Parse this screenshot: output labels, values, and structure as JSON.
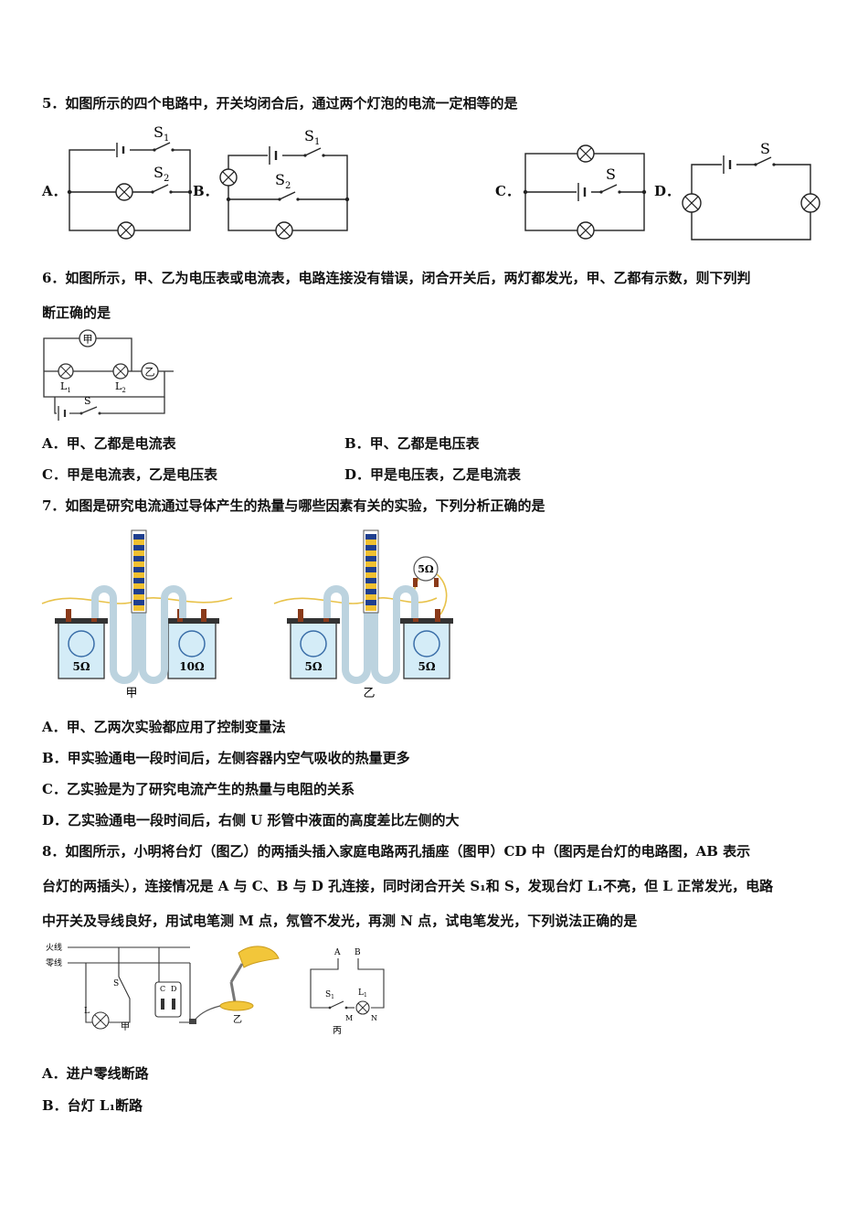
{
  "q5": {
    "stem": "5．如图所示的四个电路中，开关均闭合后，通过两个灯泡的电流一定相等的是",
    "labels": [
      "A．",
      "B．",
      "C．",
      "D．"
    ],
    "switch_s": "S",
    "sub_1": "1",
    "sub_2": "2"
  },
  "q6": {
    "stem_line1": "6．如图所示，甲、乙为电压表或电流表，电路连接没有错误，闭合开关后，两灯都发光，甲、乙都有示数，则下列判",
    "stem_line2": "断正确的是",
    "meter_jia": "甲",
    "meter_yi": "乙",
    "lamp_l": "L",
    "sub_1": "1",
    "sub_2": "2",
    "switch_s": "S",
    "options": [
      "A．甲、乙都是电流表",
      "B．甲、乙都是电压表",
      "C．甲是电流表，乙是电压表",
      "D．甲是电压表，乙是电流表"
    ]
  },
  "q7": {
    "stem": "7．如图是研究电流通过导体产生的热量与哪些因素有关的实验，下列分析正确的是",
    "fig_jia": {
      "left": "5Ω",
      "right": "10Ω",
      "caption": "甲"
    },
    "fig_yi": {
      "left": "5Ω",
      "right": "5Ω",
      "extra": "5Ω",
      "caption": "乙"
    },
    "options": [
      "A．甲、乙两次实验都应用了控制变量法",
      "B．甲实验通电一段时间后，左侧容器内空气吸收的热量更多",
      "C．乙实验是为了研究电流产生的热量与电阻的关系",
      "D．乙实验通电一段时间后，右侧 U 形管中液面的高度差比左侧的大"
    ]
  },
  "q8": {
    "stem_line1": "8．如图所示，小明将台灯（图乙）的两插头插入家庭电路两孔插座（图甲）CD 中（图丙是台灯的电路图，AB 表示",
    "stem_line2": "台灯的两插头），连接情况是 A 与 C、B 与 D 孔连接，同时闭合开关 S₁和 S，发现台灯 L₁不亮，但 L 正常发光，电路",
    "stem_line3": "中开关及导线良好，用试电笔测 M 点，氖管不发光，再测 N 点，试电笔发光，下列说法正确的是",
    "fig_jia": {
      "live": "火线",
      "neutral": "零线",
      "s": "S",
      "l": "L",
      "c": "C",
      "d": "D",
      "caption": "甲"
    },
    "fig_yi": {
      "caption": "乙"
    },
    "fig_bing": {
      "a": "A",
      "b": "B",
      "s": "S",
      "sub_1": "1",
      "l": "L",
      "m": "M",
      "n": "N",
      "caption": "丙"
    },
    "options": [
      "A．进户零线断路",
      "B．台灯 L₁断路"
    ]
  }
}
